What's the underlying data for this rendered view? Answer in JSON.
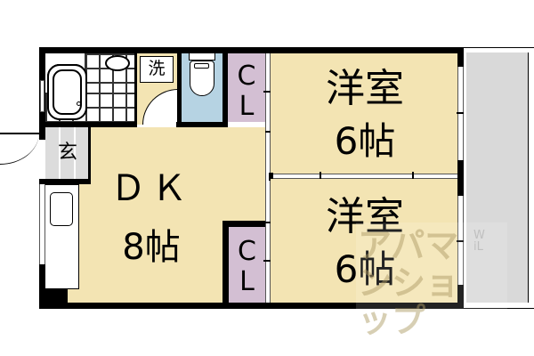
{
  "floorplan": {
    "rooms": {
      "western_room_1": {
        "name": "洋室",
        "size": "6帖"
      },
      "western_room_2": {
        "name": "洋室",
        "size": "6帖"
      },
      "dining_kitchen": {
        "name": "ＤＫ",
        "size": "8帖"
      },
      "closet_upper": {
        "c": "C",
        "l": "L"
      },
      "closet_lower": {
        "c": "C",
        "l": "L"
      },
      "entrance": {
        "name": "玄"
      },
      "washer": {
        "name": "洗"
      }
    },
    "watermark": {
      "main": "アパマンショップ",
      "small": "WiL"
    },
    "colors": {
      "floor": "#f3e4b3",
      "closet": "#d3bfd3",
      "toilet": "#b6d3e3",
      "entrance": "#dcdcdc",
      "balcony": "#d9d9d9",
      "wall": "#000000"
    }
  }
}
